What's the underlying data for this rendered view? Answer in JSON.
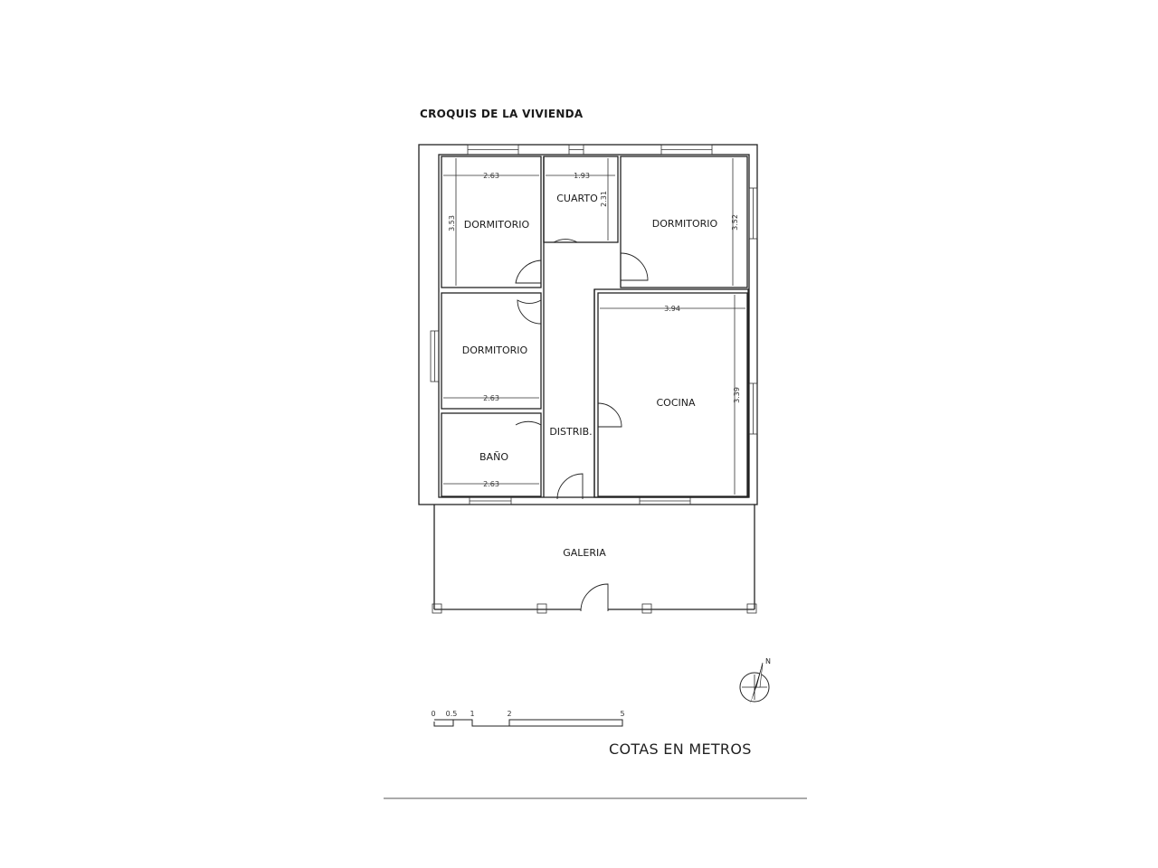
{
  "title": "CROQUIS DE LA VIVIENDA",
  "rooms": {
    "dormitorio_1": "DORMITORIO",
    "cuarto": "CUARTO",
    "dormitorio_2": "DORMITORIO",
    "dormitorio_3": "DORMITORIO",
    "cocina": "COCINA",
    "distrib": "DISTRIB.",
    "bano": "BAÑO",
    "galeria": "GALERIA"
  },
  "dimensions": {
    "dorm1_width": "2.63",
    "dorm1_height": "3.53",
    "cuarto_width": "1.93",
    "cuarto_height": "2.31",
    "dorm2_height": "3.52",
    "cocina_width": "3.94",
    "cocina_height": "3.39",
    "dorm3_width": "2.63",
    "bano_width": "2.63"
  },
  "scale_bar": {
    "ticks": [
      "0",
      "0.5",
      "1",
      "2",
      "5"
    ]
  },
  "caption": "COTAS EN METROS"
}
